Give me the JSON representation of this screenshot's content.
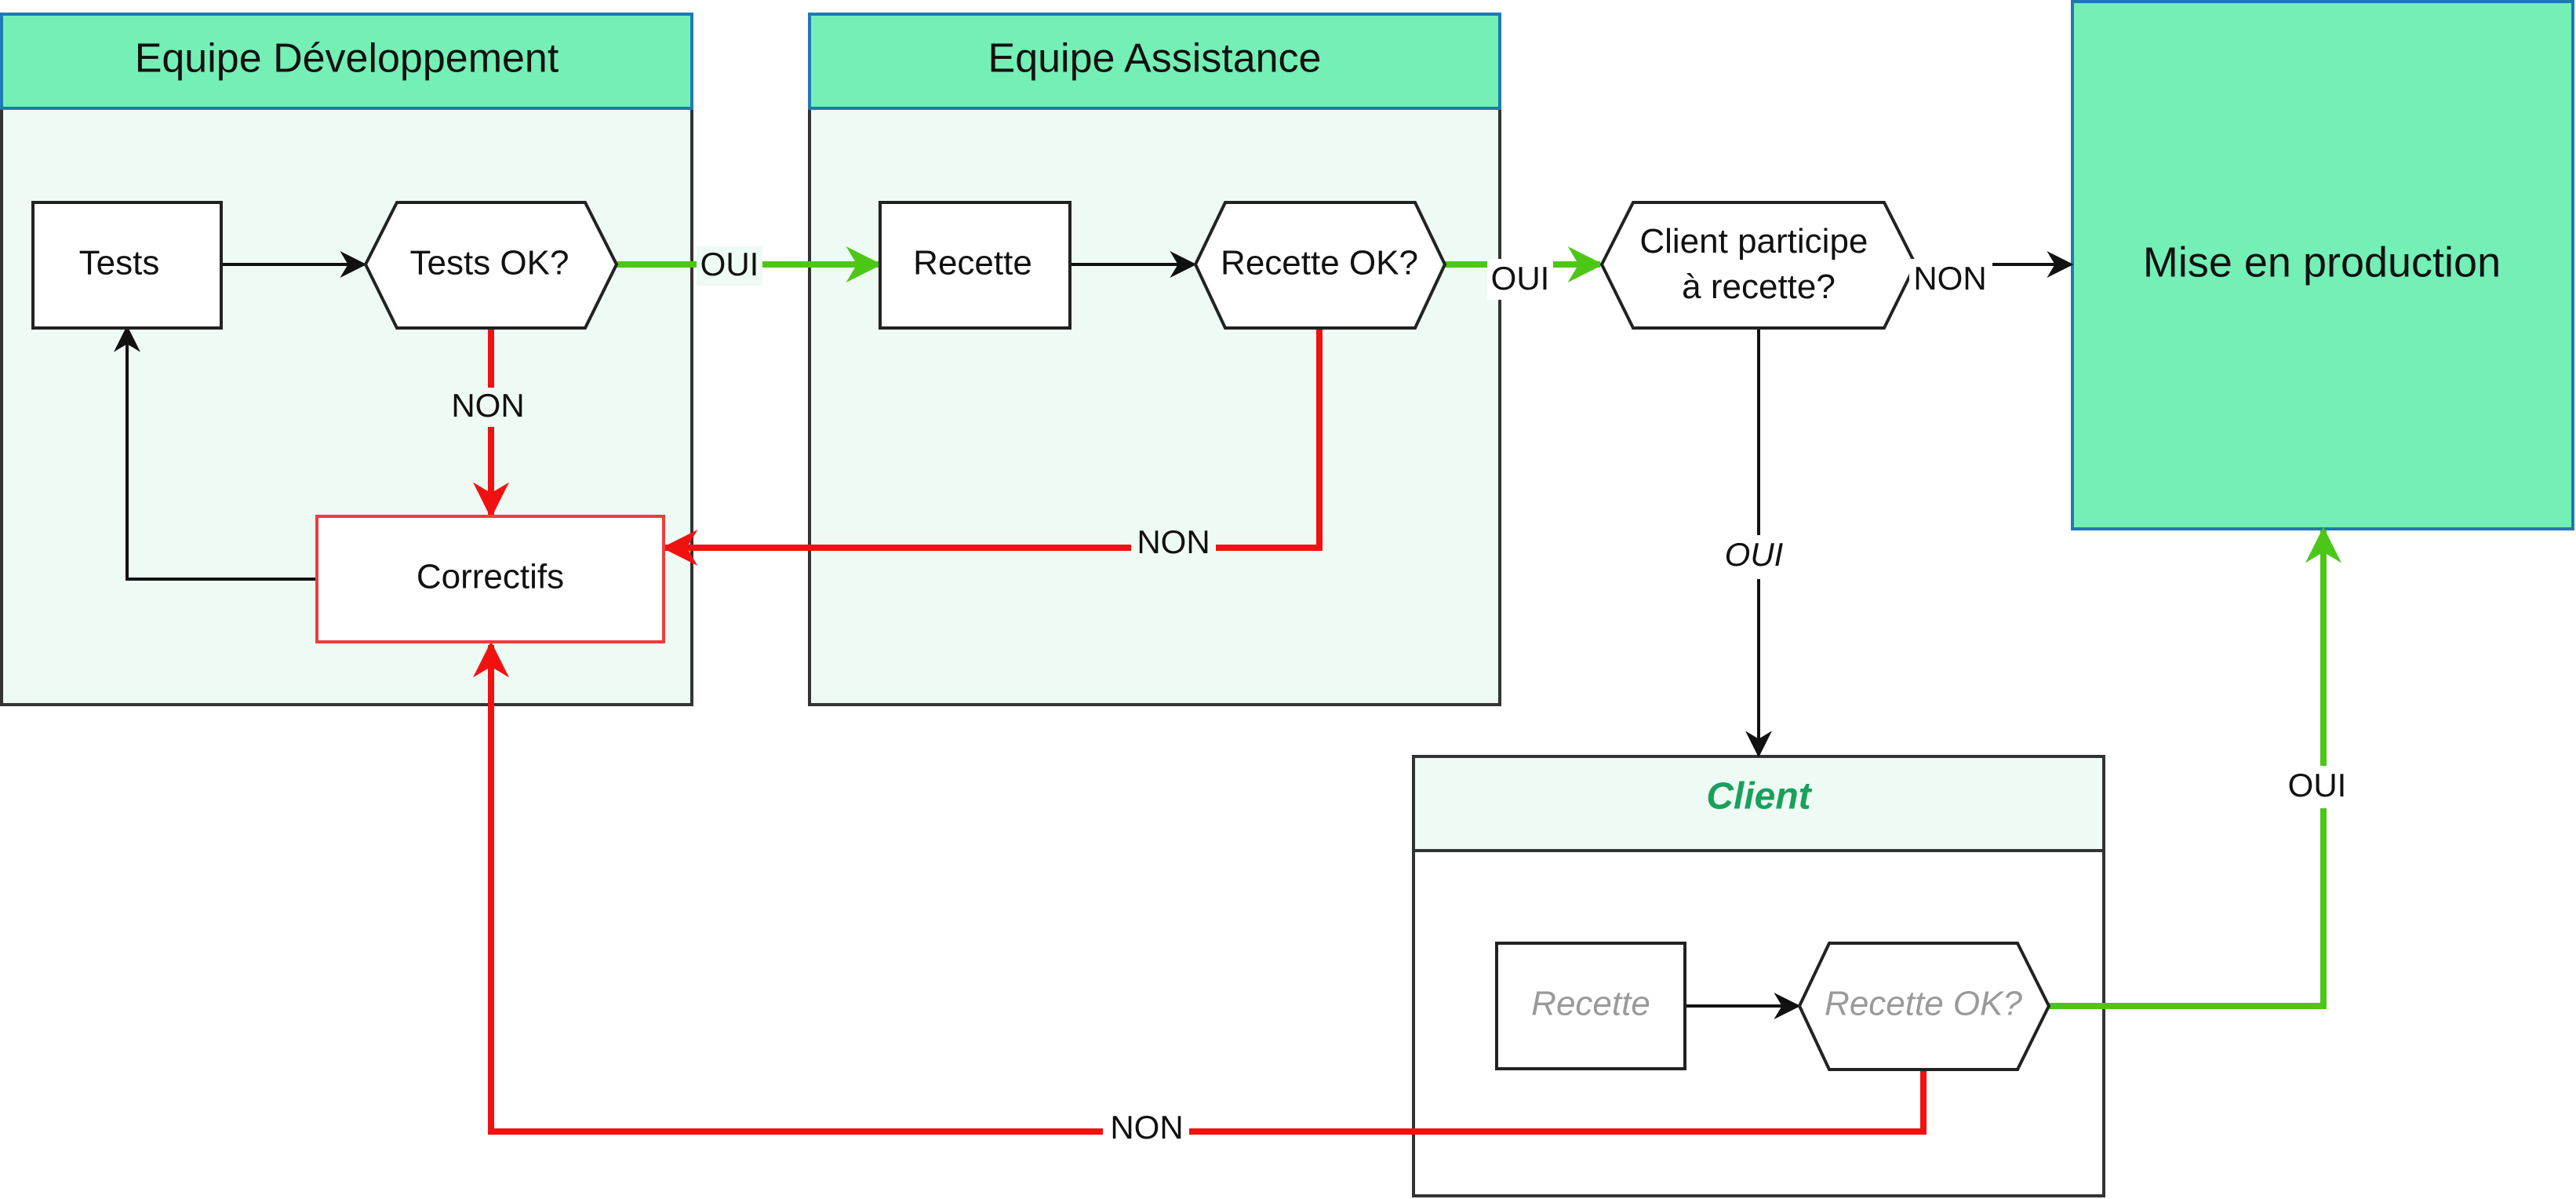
{
  "colors": {
    "header_fill": "#74EFB6",
    "header_stroke": "#1F79B5",
    "panel_fill": "#EEFAF4",
    "box_stroke": "#222222",
    "green": "#4CC717",
    "red": "#F21111",
    "client_title": "#19A05C",
    "muted_text": "#9A9A9A"
  },
  "icons": {
    "arrowhead": "arrow-head-icon"
  },
  "lanes": {
    "dev": {
      "title": "Equipe Développement"
    },
    "support": {
      "title": "Equipe Assistance"
    },
    "client": {
      "title": "Client"
    }
  },
  "nodes": {
    "tests": "Tests",
    "tests_ok": "Tests OK?",
    "correctifs": "Correctifs",
    "recette_support": "Recette",
    "recette_ok_support": "Recette OK?",
    "client_participe_line1": "Client participe",
    "client_participe_line2": "à recette?",
    "mise_en_production": "Mise en production",
    "recette_client": "Recette",
    "recette_ok_client": "Recette OK?"
  },
  "edge_labels": {
    "tests_ok_oui": "OUI",
    "tests_ok_non": "NON",
    "recette_ok_oui": "OUI",
    "recette_ok_non": "NON",
    "client_participe_non": "NON",
    "client_participe_oui": "OUI",
    "client_recette_oui": "OUI",
    "client_recette_non": "NON"
  }
}
